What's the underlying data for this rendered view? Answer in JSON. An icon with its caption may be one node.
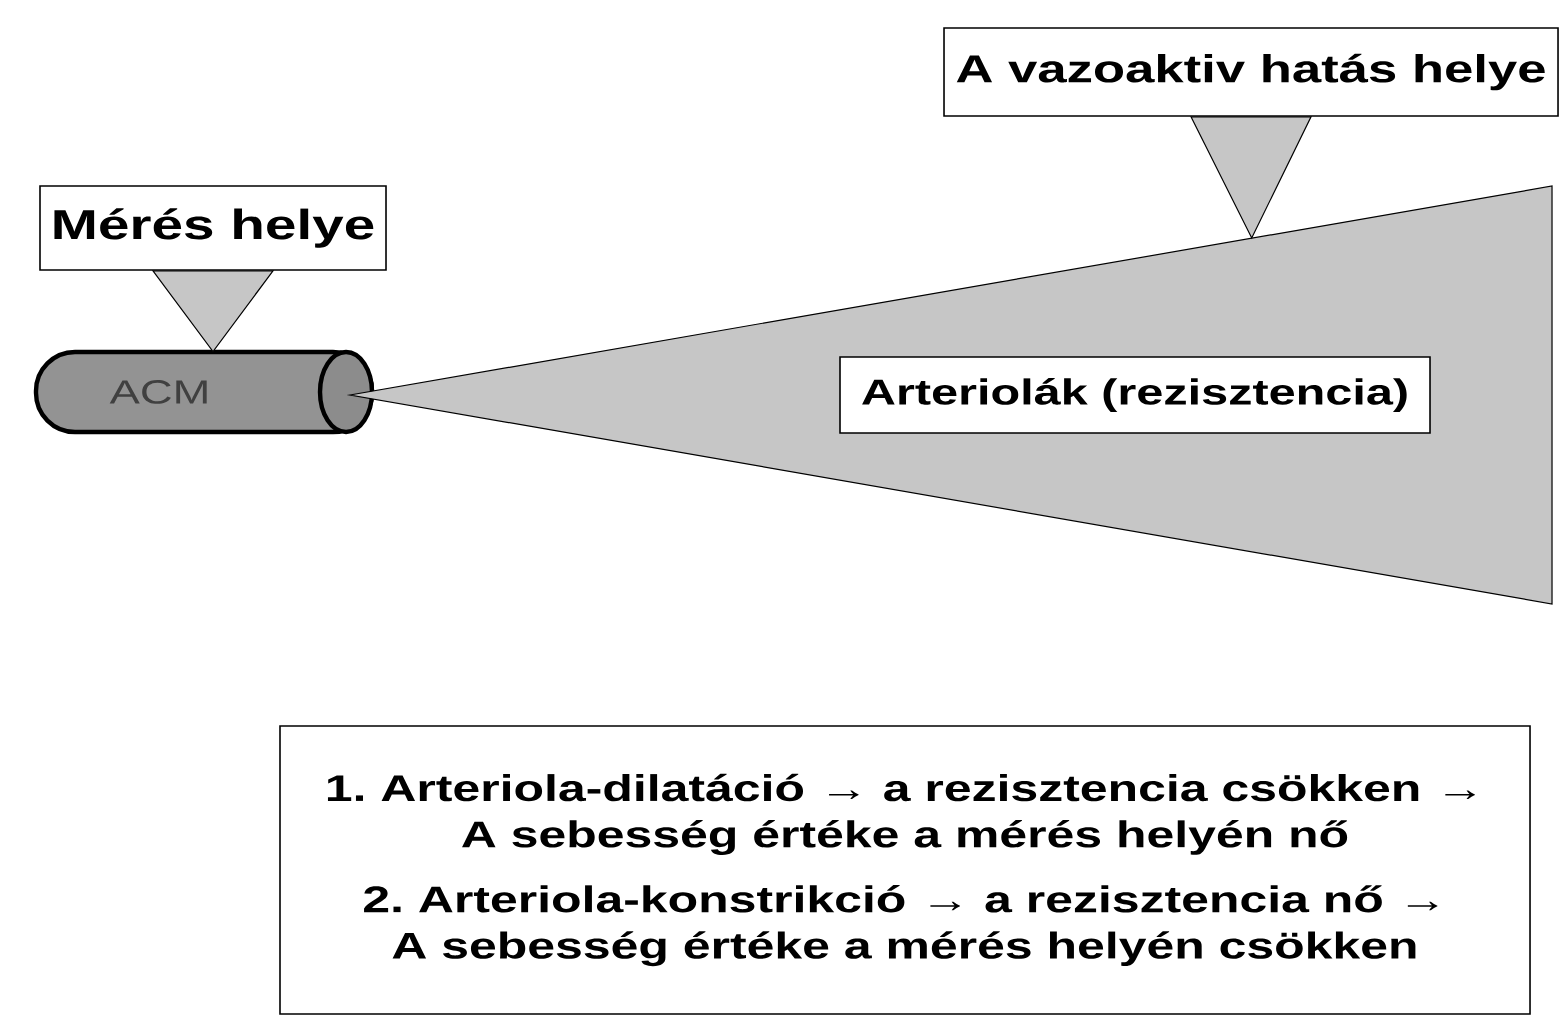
{
  "diagram": {
    "nodes": [
      {
        "text": [
          "Mérés helye"
        ]
      },
      {
        "text": [
          "ACM"
        ]
      },
      {
        "text": [],
        "shape": "triangle"
      },
      {
        "text": [
          "Arteriolák (rezisztencia)"
        ],
        "in": 2
      },
      {
        "text": [
          "A vazoaktiv hatás helye"
        ]
      },
      {
        "text": [
          "1. Arteriola-dilatáció → a rezisztencia csökken → A sebesség értéke a mérés helyén nő",
          "2. Arteriola-konstrikció  → a rezisztencia nő → A sebesség értéke a mérés helyén csökken"
        ]
      }
    ],
    "edges": [
      {
        "from": 0,
        "to": 1,
        "arrow": "to"
      },
      {
        "from": 4,
        "to": 2,
        "arrow": "to"
      }
    ]
  }
}
